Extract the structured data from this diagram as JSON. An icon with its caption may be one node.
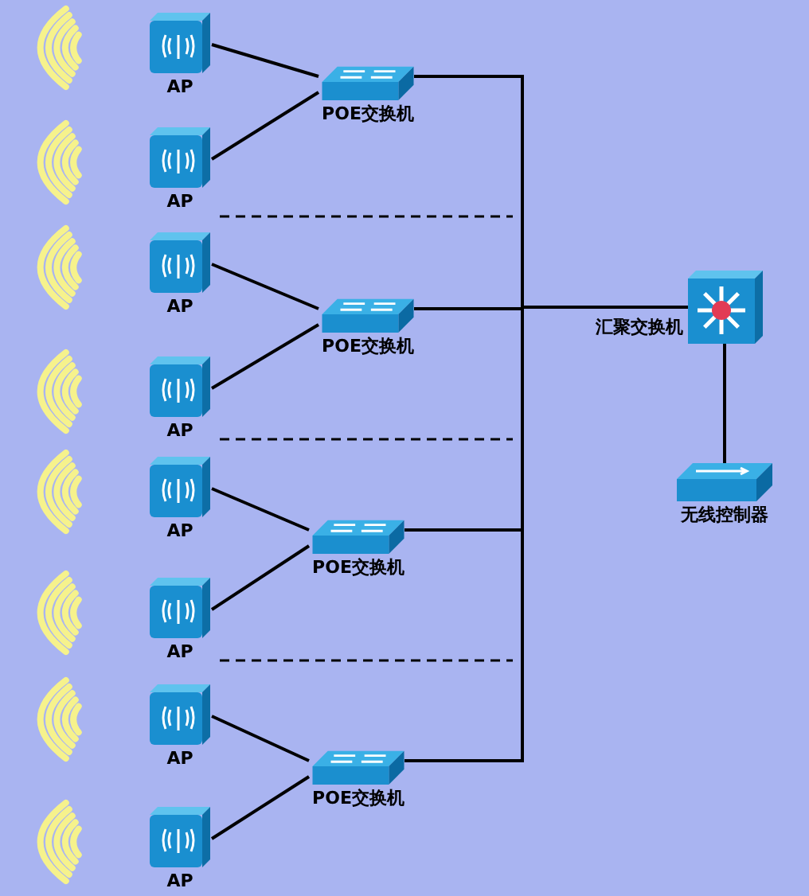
{
  "diagram": {
    "nodes": [
      {
        "text": [
          "AP"
        ]
      },
      {
        "text": [
          "AP"
        ]
      },
      {
        "text": [
          "AP"
        ]
      },
      {
        "text": [
          "AP"
        ]
      },
      {
        "text": [
          "AP"
        ]
      },
      {
        "text": [
          "AP"
        ]
      },
      {
        "text": [
          "AP"
        ]
      },
      {
        "text": [
          "AP"
        ]
      },
      {
        "text": [
          "POE交换机"
        ]
      },
      {
        "text": [
          "POE交换机"
        ]
      },
      {
        "text": [
          "POE交换机"
        ]
      },
      {
        "text": [
          "POE交换机"
        ]
      },
      {
        "text": [
          "汇聚交换机"
        ]
      },
      {
        "text": [
          "无线控制器"
        ]
      }
    ],
    "edges": [
      {
        "from": 0,
        "to": 8,
        "arrow": "none"
      },
      {
        "from": 1,
        "to": 8,
        "arrow": "none"
      },
      {
        "from": 2,
        "to": 9,
        "arrow": "none"
      },
      {
        "from": 3,
        "to": 9,
        "arrow": "none"
      },
      {
        "from": 4,
        "to": 10,
        "arrow": "none"
      },
      {
        "from": 5,
        "to": 10,
        "arrow": "none"
      },
      {
        "from": 6,
        "to": 11,
        "arrow": "none"
      },
      {
        "from": 7,
        "to": 11,
        "arrow": "none"
      },
      {
        "from": 8,
        "to": 12,
        "arrow": "none"
      },
      {
        "from": 9,
        "to": 12,
        "arrow": "none"
      },
      {
        "from": 10,
        "to": 12,
        "arrow": "none"
      },
      {
        "from": 11,
        "to": 12,
        "arrow": "none"
      },
      {
        "from": 12,
        "to": 13,
        "arrow": "none"
      }
    ]
  }
}
